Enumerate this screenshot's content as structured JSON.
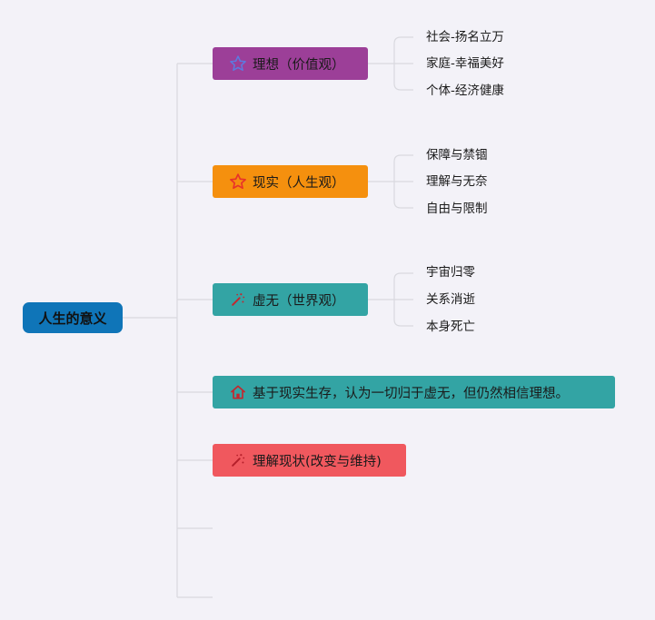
{
  "root": {
    "label": "人生的意义"
  },
  "branches": [
    {
      "label": "理想（价值观）",
      "color": "#9c3f98",
      "icon": "star-outline-icon",
      "children": [
        "社会-扬名立万",
        "家庭-幸福美好",
        "个体-经济健康"
      ]
    },
    {
      "label": "现实（人生观）",
      "color": "#f5900e",
      "icon": "star-outline-icon",
      "children": [
        "保障与禁锢",
        "理解与无奈",
        "自由与限制"
      ]
    },
    {
      "label": "虚无（世界观）",
      "color": "#33a4a4",
      "icon": "magic-wand-icon",
      "children": [
        "宇宙归零",
        "关系消逝",
        "本身死亡"
      ]
    },
    {
      "label": "基于现实生存，认为一切归于虚无，但仍然相信理想。",
      "color": "#33a4a4",
      "icon": "home-icon",
      "children": []
    },
    {
      "label": "理解现状(改变与维持)",
      "color": "#f0585e",
      "icon": "magic-wand-icon",
      "children": []
    }
  ]
}
